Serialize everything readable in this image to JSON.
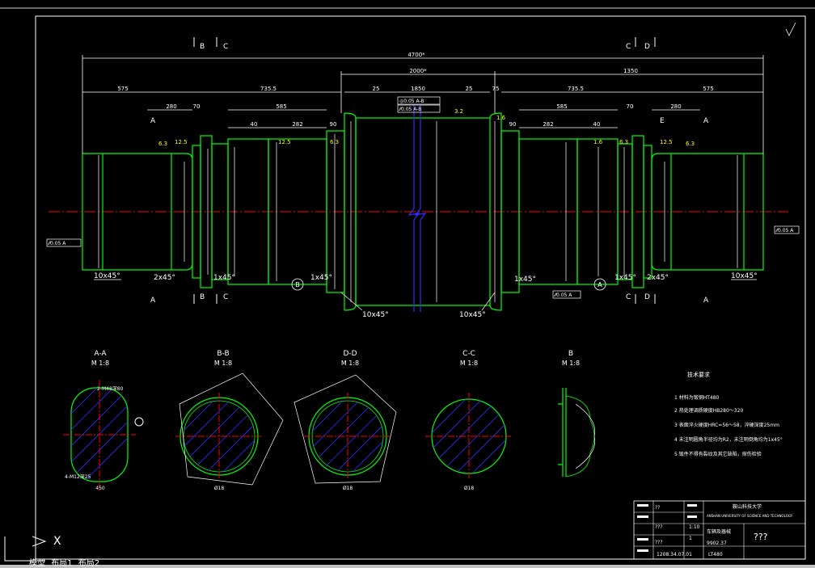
{
  "window": {
    "tabs": [
      "模型",
      "布局1",
      "布局2"
    ],
    "axis_x": "X"
  },
  "dims": {
    "total": "4700*",
    "mid": "2000*",
    "right_bearing": "1350",
    "left_end": "575",
    "right_end": "575",
    "left_step": "735.5",
    "right_step": "735.5",
    "barrel": "1850",
    "shoulder": "25",
    "shoulder_r": "25",
    "neck_l": "75",
    "rs1": "585",
    "rs2": "585",
    "l280": "280",
    "r280": "280",
    "d70": "70",
    "d70r": "70",
    "n40": "40",
    "n282": "282",
    "n90": "90",
    "n90r": "90",
    "n282r": "282",
    "n40r": "40"
  },
  "roughness": [
    "6.3",
    "12.5",
    "3.2",
    "1.6",
    "6.3",
    "12.5",
    "1.6",
    "6.3",
    "12.5",
    "6.3"
  ],
  "chamfers": [
    "10x45°",
    "2x45°",
    "1x45°",
    "1x45°",
    "10x45°",
    "10x45°",
    "1x45°",
    "1x45°",
    "2x45°",
    "10x45°"
  ],
  "tolerance_frames": [
    "⁄⁄0.05 A",
    "◎0.05 A-B",
    "⁄⁄0.05 A-B",
    "⁄⁄0.05 A",
    "⁄⁄0.05 A"
  ],
  "section_marks": [
    "A",
    "B",
    "C",
    "C",
    "D",
    "A",
    "B",
    "C",
    "C",
    "D",
    "A",
    "E",
    "A"
  ],
  "datum_labels": [
    "B",
    "A"
  ],
  "sections": [
    {
      "title": "A-A",
      "scale": "M 1:8",
      "dim": "450",
      "note": "2-M48深80",
      "extra": "4-M12深25"
    },
    {
      "title": "B-B",
      "scale": "M 1:8",
      "dim": "Ø18",
      "note": ""
    },
    {
      "title": "D-D",
      "scale": "M 1:8",
      "dim": "Ø18",
      "note": ""
    },
    {
      "title": "C-C",
      "scale": "M 1:8",
      "dim": "Ø18",
      "note": ""
    },
    {
      "title": "B",
      "scale": "M 1:8",
      "dim": "",
      "note": ""
    }
  ],
  "notes": {
    "title": "技术要求",
    "items": [
      "1  材料为锻钢HT480",
      "2  热处理调质硬度HB280～320",
      "3  表面淬火硬度HRC=56～58，淬硬深度25mm",
      "4  未注明圆角半径均为R2，未注明倒角均为1x45°",
      "5  锻件不得有裂纹及其它缺陷，探伤检验"
    ]
  },
  "title_block": {
    "school": "鞍山科技大学",
    "school_en": "ANSHAN UNIVERSITY OF SCIENCE AND TECHNOLOGY",
    "part": "???",
    "scale": "1:10",
    "mass": "???",
    "qty": "1",
    "drawing_no": "1208.34.07.01",
    "material": "LT480",
    "class": "车辆及器械",
    "code": "9902.37",
    "rev": "??",
    "sheet": "???"
  },
  "colors": {
    "green": "#00ff00",
    "yellow": "#ffff00",
    "white": "#ffffff",
    "red": "#ff0000",
    "blue": "#2f2fff",
    "cyan": "#00ffff"
  }
}
